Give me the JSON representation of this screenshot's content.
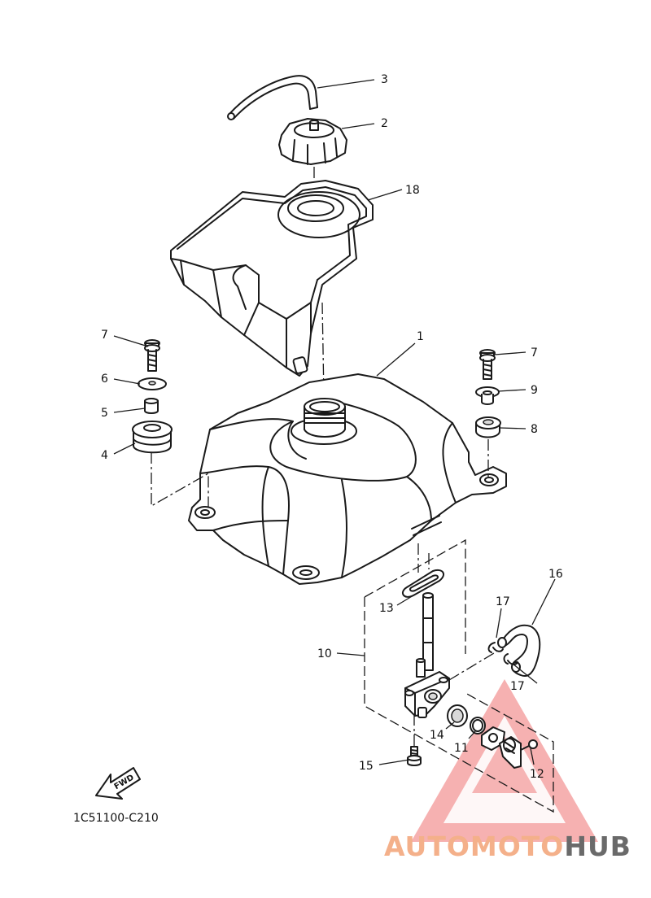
{
  "diagram_code": "1C51100-C210",
  "fwd_label": "FWD",
  "callouts": {
    "c1": "1",
    "c2": "2",
    "c3": "3",
    "c4": "4",
    "c5": "5",
    "c6": "6",
    "c7_left": "7",
    "c7_right": "7",
    "c8": "8",
    "c9": "9",
    "c10": "10",
    "c11": "11",
    "c12": "12",
    "c13": "13",
    "c14": "14",
    "c15": "15",
    "c16": "16",
    "c17_top": "17",
    "c17_bottom": "17",
    "c18": "18"
  },
  "watermark": {
    "part1": "AUTOMOTO",
    "part2": "HUB",
    "color_primary": "#f0a0a0",
    "color_triangle": "#f28b8b",
    "color_secondary": "#666666"
  },
  "colors": {
    "line": "#1a1a1a",
    "background": "#ffffff"
  }
}
